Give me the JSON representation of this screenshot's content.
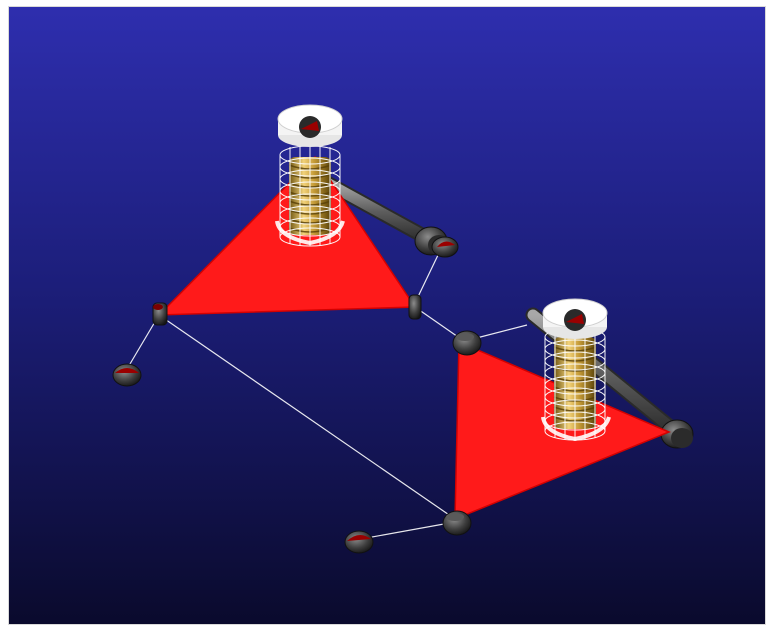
{
  "viewport": {
    "background_top": "#2e2eae",
    "background_bottom": "#0a0a2c"
  },
  "scene": {
    "colors": {
      "triangle": "#ff1a1a",
      "triangle_edge": "#d40000",
      "spring": "#c4a042",
      "spring_dark": "#6e5410",
      "coil_wire": "#ffffff",
      "cap": "#ffffff",
      "rod": "#6a6a6a",
      "joint": "#4a4a4a",
      "joint_face": "#8a0000",
      "link_line": "#ffffff"
    },
    "objects": [
      "control-arm-left",
      "control-arm-right",
      "spring-damper-left",
      "spring-damper-right",
      "tie-rod-left",
      "tie-rod-right",
      "ball-joint",
      "link-line"
    ]
  }
}
